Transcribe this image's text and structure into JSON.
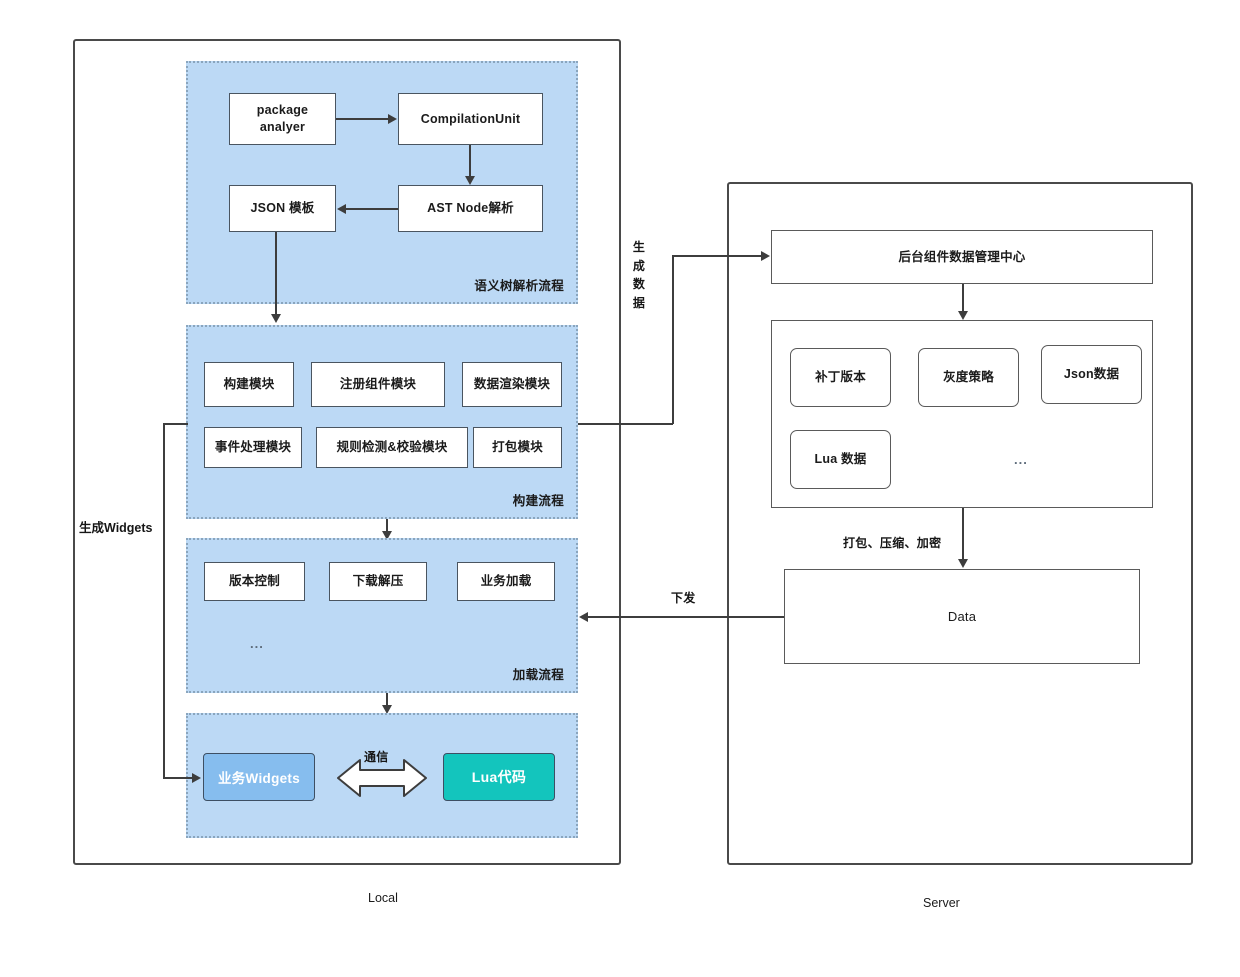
{
  "diagram": {
    "zones": [
      {
        "id": "local",
        "caption": "Local"
      },
      {
        "id": "server",
        "caption": "Server"
      }
    ],
    "local": {
      "groups": [
        {
          "id": "semantic-tree",
          "caption": "语义树解析流程",
          "nodes": [
            {
              "id": "package-analyer",
              "label": "package\nanalyer"
            },
            {
              "id": "compilation-unit",
              "label": "CompilationUnit"
            },
            {
              "id": "json-template",
              "label": "JSON 模板"
            },
            {
              "id": "ast-node-parse",
              "label": "AST Node解析"
            }
          ]
        },
        {
          "id": "build-flow",
          "caption": "构建流程",
          "nodes": [
            {
              "id": "build-module",
              "label": "构建模块"
            },
            {
              "id": "register-component-module",
              "label": "注册组件模块"
            },
            {
              "id": "data-render-module",
              "label": "数据渲染模块"
            },
            {
              "id": "event-handle-module",
              "label": "事件处理模块"
            },
            {
              "id": "rule-check-module",
              "label": "规则检测&校验模块"
            },
            {
              "id": "package-module",
              "label": "打包模块"
            }
          ]
        },
        {
          "id": "load-flow",
          "caption": "加载流程",
          "ellipsis": "...",
          "nodes": [
            {
              "id": "version-control",
              "label": "版本控制"
            },
            {
              "id": "download-unzip",
              "label": "下载解压"
            },
            {
              "id": "business-load",
              "label": "业务加载"
            }
          ]
        },
        {
          "id": "runtime",
          "caption": "",
          "nodes": [
            {
              "id": "business-widgets",
              "label": "业务Widgets"
            },
            {
              "id": "lua-code",
              "label": "Lua代码"
            }
          ],
          "edge": {
            "id": "communication",
            "label": "通信"
          }
        }
      ]
    },
    "server": {
      "nodes": [
        {
          "id": "component-data-center",
          "label": "后台组件数据管理中心"
        },
        {
          "id": "patch-version",
          "label": "补丁版本"
        },
        {
          "id": "gray-strategy",
          "label": "灰度策略"
        },
        {
          "id": "json-data",
          "label": "Json数据"
        },
        {
          "id": "lua-data",
          "label": "Lua 数据"
        },
        {
          "id": "data-store-ellipsis",
          "label": "..."
        },
        {
          "id": "data",
          "label": "Data"
        }
      ]
    },
    "edges": [
      {
        "id": "generate-widgets",
        "label": "生成Widgets"
      },
      {
        "id": "generate-data",
        "label": "生成数据"
      },
      {
        "id": "pack-compress-encrypt",
        "label": "打包、压缩、加密"
      },
      {
        "id": "distribute",
        "label": "下发"
      }
    ],
    "colors": {
      "group_fill": "#bcd9f5",
      "group_border": "#8aa5bd",
      "node_border": "#4a5560",
      "widget_blue": "#86bdee",
      "lua_teal": "#13c5bd",
      "line": "#3d3d3d",
      "background": "#ffffff"
    }
  }
}
